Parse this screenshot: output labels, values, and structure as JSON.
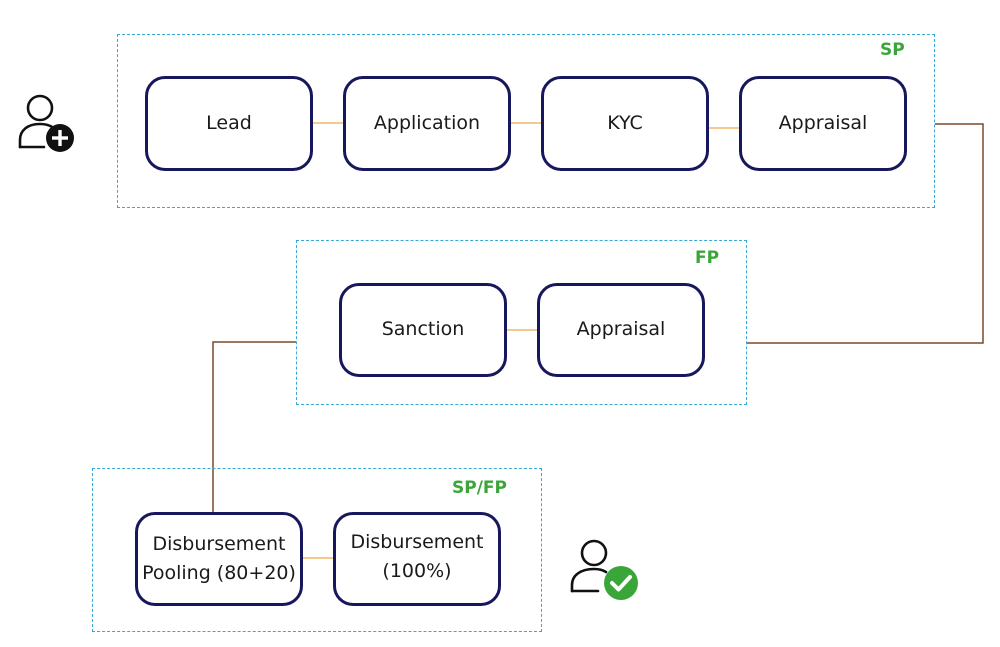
{
  "groups": {
    "sp": {
      "label": "SP"
    },
    "fp": {
      "label": "FP"
    },
    "spfp": {
      "label": "SP/FP"
    }
  },
  "nodes": {
    "lead": "Lead",
    "application": "Application",
    "kyc": "KYC",
    "appraisal_sp": "Appraisal",
    "sanction": "Sanction",
    "appraisal_fp": "Appraisal",
    "pooling": {
      "line1": "Disbursement",
      "line2": "Pooling (80+20)"
    },
    "full": {
      "line1": "Disbursement",
      "line2": "(100%)"
    }
  },
  "icons": {
    "start": "user-add-icon",
    "end": "user-check-icon"
  },
  "colors": {
    "node_border": "#17175e",
    "group_border": "#38a8d8",
    "group_label": "#3aa63a",
    "inner_link": "#f0b56a",
    "outer_link": "#7a4a2a",
    "check_badge": "#3aa63a"
  }
}
